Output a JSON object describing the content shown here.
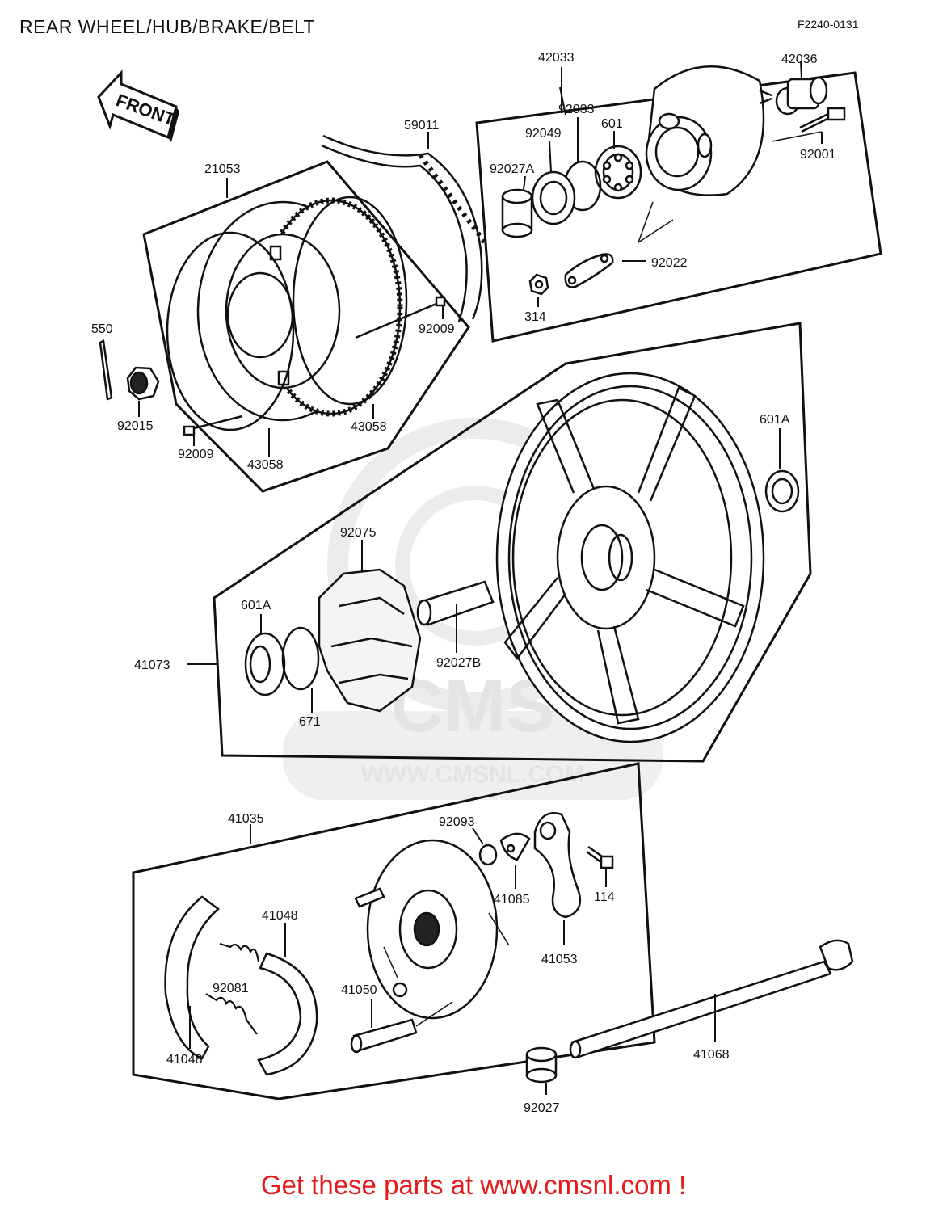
{
  "title": "REAR WHEEL/HUB/BRAKE/BELT",
  "diagram_code": "F2240-0131",
  "direction_arrow": "FRONT",
  "watermark": {
    "brand": "CMS",
    "url": "WWW.CMSNL.COM"
  },
  "promo": "Get these parts at www.cmsnl.com !",
  "part_labels": {
    "p42033": "42033",
    "p42036": "42036",
    "p92033": "92033",
    "p92049": "92049",
    "p601": "601",
    "p92027A": "92027A",
    "p92001": "92001",
    "p92022": "92022",
    "p314": "314",
    "p59011": "59011",
    "p21053": "21053",
    "p550": "550",
    "p92015": "92015",
    "p92009a": "92009",
    "p92009b": "92009",
    "p43058a": "43058",
    "p43058b": "43058",
    "p601A_r": "601A",
    "p92075": "92075",
    "p601A_l": "601A",
    "p41073": "41073",
    "p671": "671",
    "p92027B": "92027B",
    "p41035": "41035",
    "p92093": "92093",
    "p41085": "41085",
    "p114": "114",
    "p41053": "41053",
    "p41048a": "41048",
    "p41048b": "41048",
    "p92081": "92081",
    "p41050": "41050",
    "p41068": "41068",
    "p92027": "92027"
  }
}
